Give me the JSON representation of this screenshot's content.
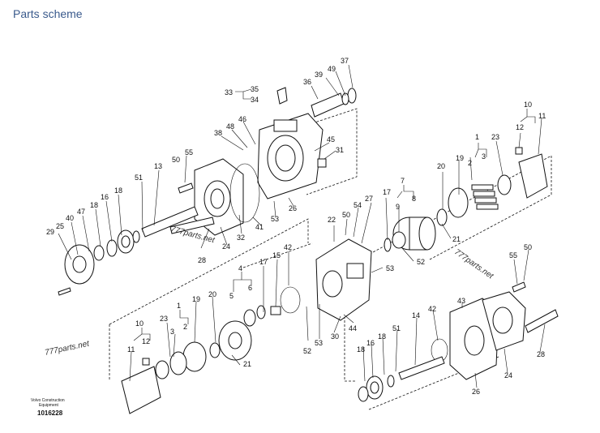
{
  "page": {
    "title": "Parts scheme"
  },
  "diagram": {
    "watermark": "777parts.net",
    "brand_line1": "Volvo Construction",
    "brand_line2": "Equipment",
    "figure_code": "1016228",
    "labels": [
      "1",
      "2",
      "3",
      "4",
      "5",
      "6",
      "7",
      "8",
      "9",
      "10",
      "11",
      "12",
      "13",
      "14",
      "15",
      "16",
      "17",
      "18",
      "19",
      "20",
      "21",
      "22",
      "23",
      "24",
      "25",
      "26",
      "27",
      "28",
      "29",
      "30",
      "31",
      "32",
      "33",
      "34",
      "35",
      "36",
      "37",
      "38",
      "39",
      "40",
      "41",
      "42",
      "43",
      "44",
      "45",
      "46",
      "47",
      "48",
      "49",
      "50",
      "51",
      "52",
      "53",
      "54",
      "55"
    ]
  }
}
